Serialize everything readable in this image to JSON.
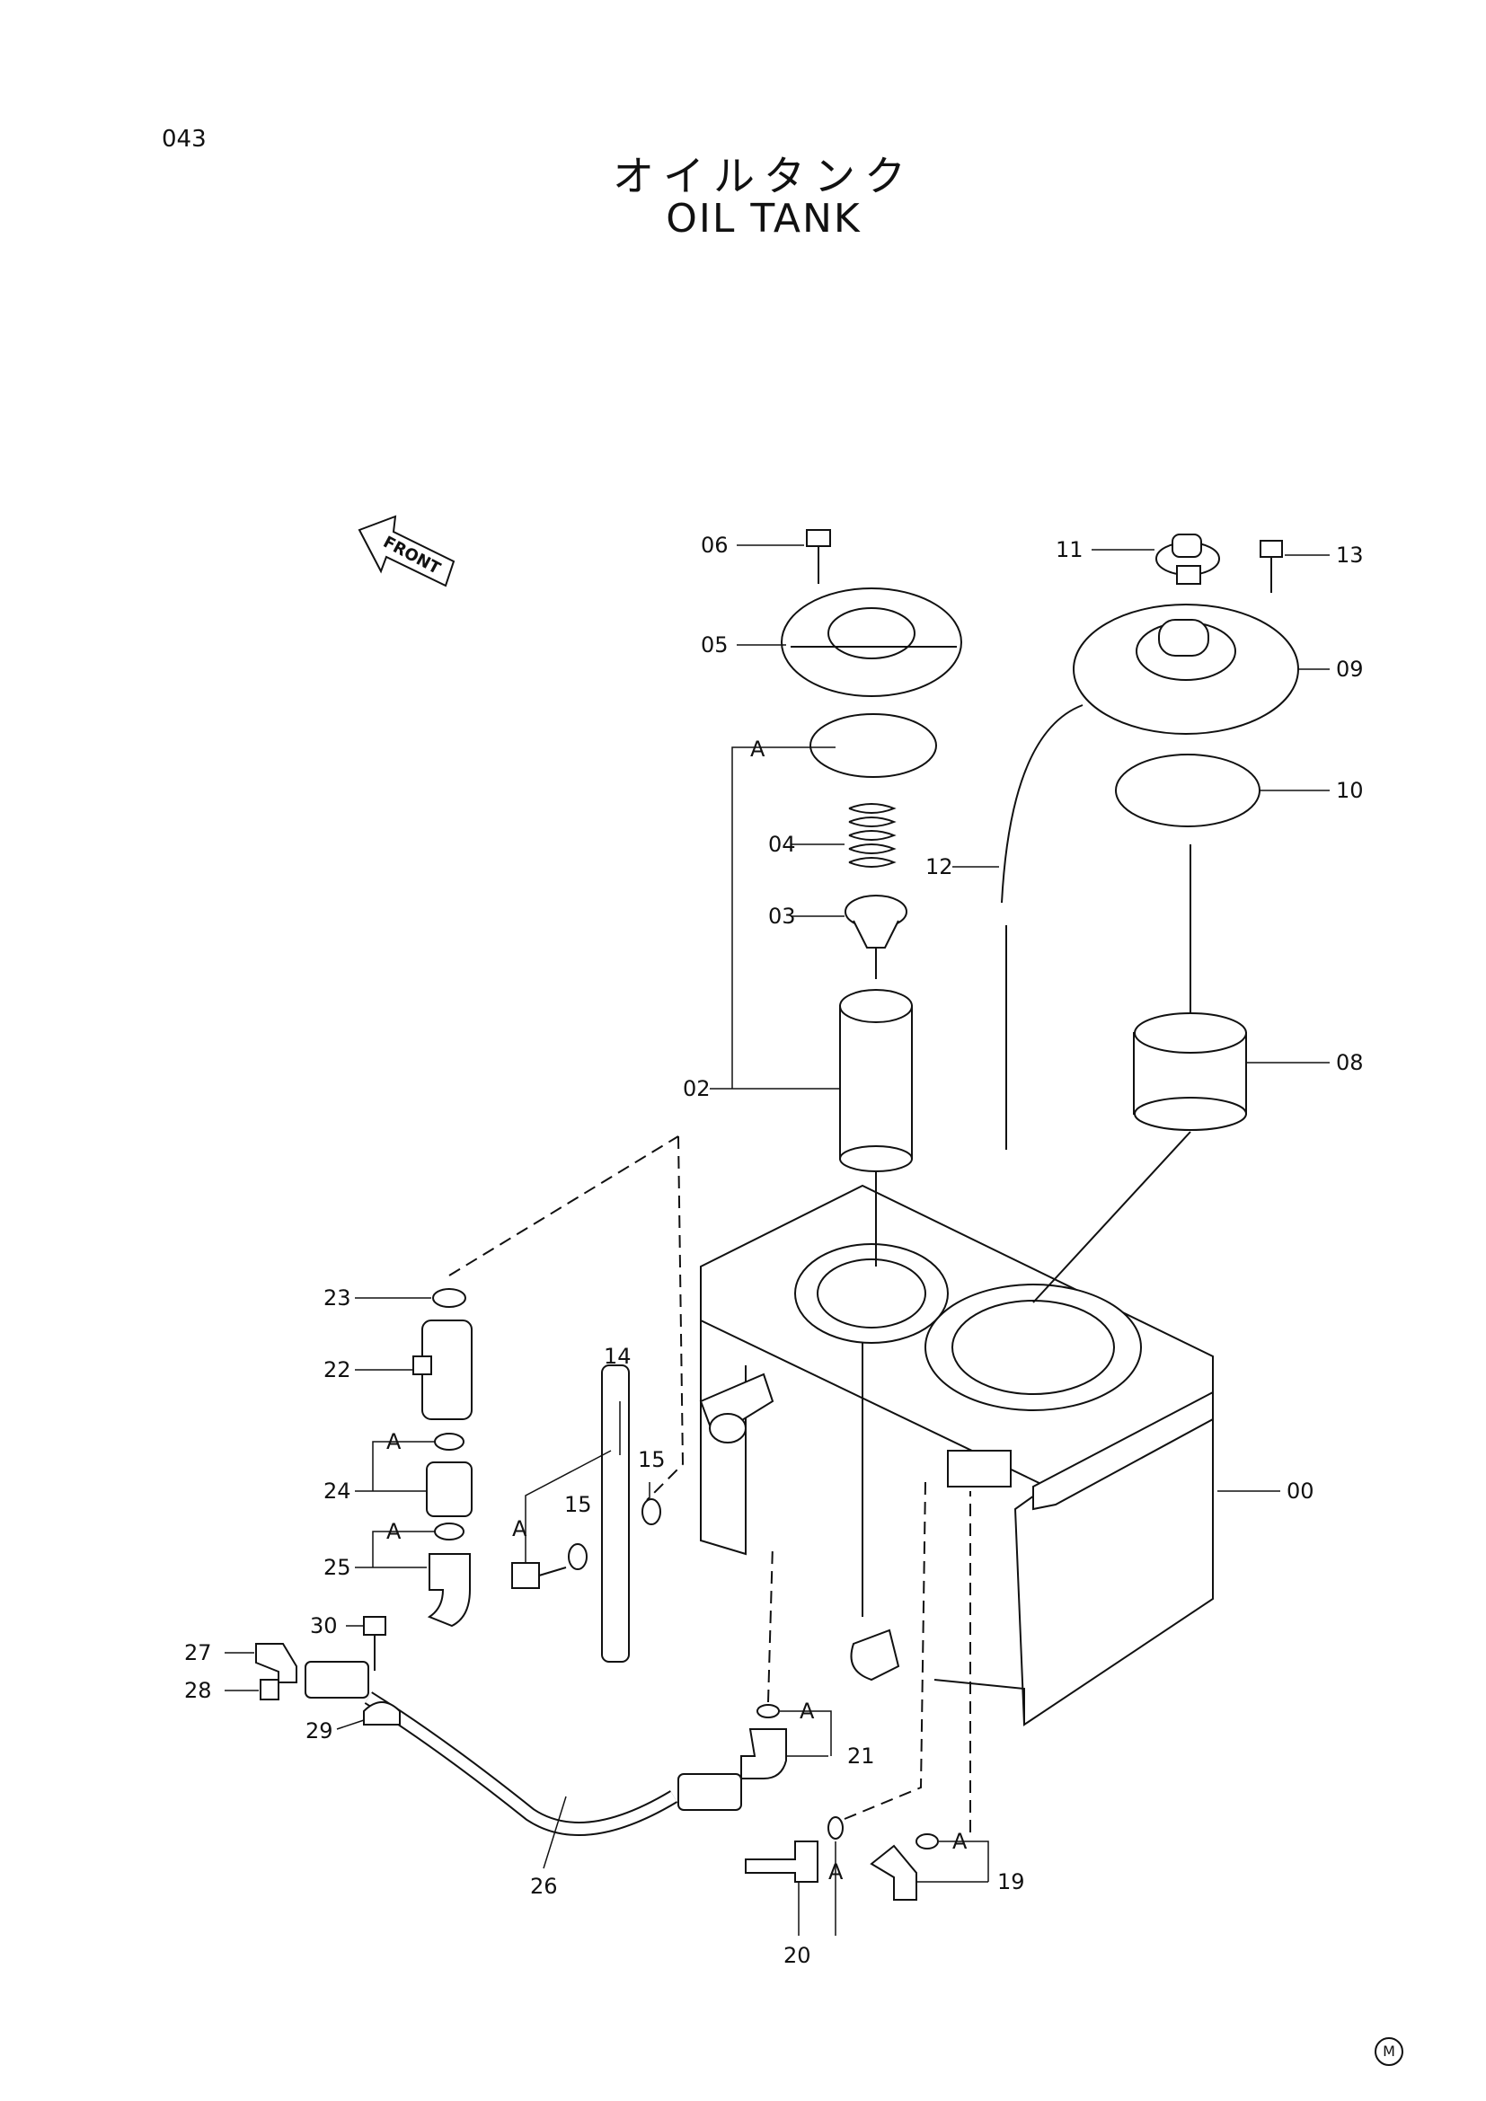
{
  "page_number": "043",
  "title_jp": "オイルタンク",
  "title_en": "OIL TANK",
  "front_arrow_label": "FRONT",
  "corner_mark": "M",
  "group_label": "A",
  "callouts": [
    "00",
    "02",
    "03",
    "04",
    "05",
    "06",
    "08",
    "09",
    "10",
    "11",
    "12",
    "13",
    "14",
    "15",
    "15",
    "19",
    "20",
    "21",
    "22",
    "23",
    "24",
    "25",
    "26",
    "27",
    "28",
    "29",
    "30"
  ]
}
